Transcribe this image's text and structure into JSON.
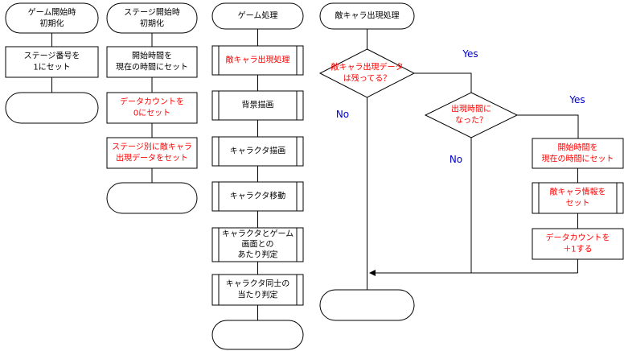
{
  "col1": {
    "start": [
      "ゲーム開始時",
      "初期化"
    ],
    "step1": [
      "ステージ番号を",
      "1にセット"
    ]
  },
  "col2": {
    "start": [
      "ステージ開始時",
      "初期化"
    ],
    "step1": [
      "開始時間を",
      "現在の時間にセット"
    ],
    "step2": [
      "データカウントを",
      "0にセット"
    ],
    "step3": [
      "ステージ別に敵キャラ",
      "出現データをセット"
    ]
  },
  "col3": {
    "start": "ゲーム処理",
    "sub1": "敵キャラ出現処理",
    "sub2": "背景描画",
    "sub3": "キャラクタ描画",
    "sub4": "キャラクタ移動",
    "sub5": [
      "キャラクタとゲーム",
      "画面との",
      "あたり判定"
    ],
    "sub6": [
      "キャラクタ同士の",
      "当たり判定"
    ]
  },
  "col4": {
    "start": "敵キャラ出現処理",
    "decision1": [
      "敵キャラ出現データ",
      "は残ってる？"
    ],
    "decision2": [
      "出現時間に",
      "なった？"
    ],
    "step1": [
      "開始時間を",
      "現在の時間にセット"
    ],
    "sub1": [
      "敵キャラ情報を",
      "セット"
    ],
    "step2": [
      "データカウントを",
      "＋1する"
    ]
  },
  "labels": {
    "yes": "Yes",
    "no": "No"
  },
  "colors": {
    "highlight": "#ff0000",
    "branch_label": "#0000cc"
  }
}
